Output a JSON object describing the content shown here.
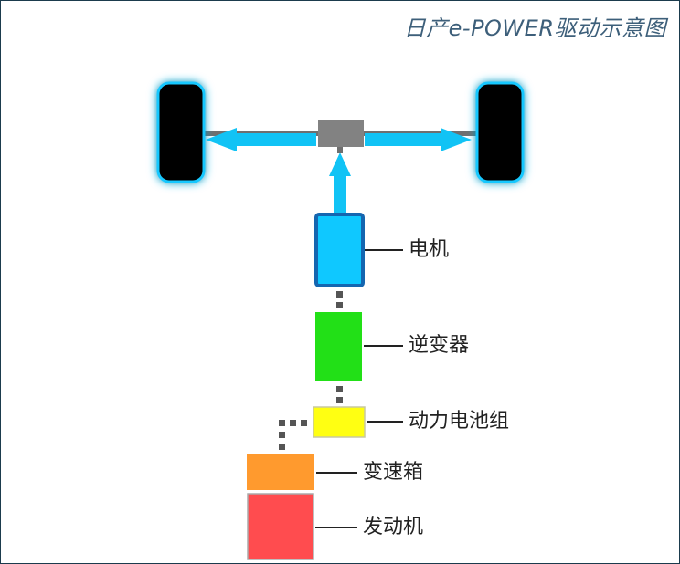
{
  "title": "日产e-POWER驱动示意图",
  "labels": {
    "motor": "电机",
    "inverter": "逆变器",
    "battery": "动力电池组",
    "gearbox": "变速箱",
    "engine": "发动机"
  },
  "colors": {
    "arrow": "#11c3f5",
    "wheel": "#000000",
    "wheel_glow": "#19c8ff",
    "axle": "#6f6f6f",
    "hub": "#828282",
    "motor_fill": "#0fc8ff",
    "motor_border": "#1566b0",
    "inverter": "#22e017",
    "battery": "#ffff12",
    "battery_border": "#c8c8a0",
    "gearbox": "#ff9a2e",
    "engine": "#ff4c4f",
    "engine_border": "#aaaaaa",
    "connector": "#555555",
    "title": "#3d5f7a",
    "frame": "#1b3b4d"
  }
}
